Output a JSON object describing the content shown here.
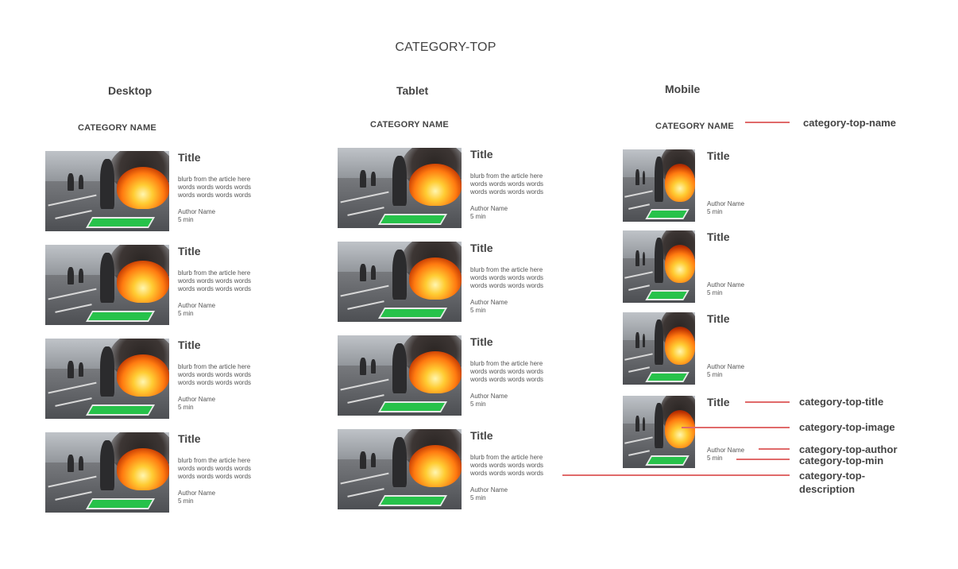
{
  "page_title": "CATEGORY-TOP",
  "columns": {
    "desktop": {
      "heading": "Desktop",
      "category_name": "CATEGORY NAME",
      "cards": [
        {
          "title": "Title",
          "blurb": [
            "blurb from the article here",
            "words words words words",
            "words words words words"
          ],
          "author": "Author Name",
          "min": "5 min"
        },
        {
          "title": "Title",
          "blurb": [
            "blurb from the article here",
            "words words words words",
            "words words words words"
          ],
          "author": "Author Name",
          "min": "5 min"
        },
        {
          "title": "Title",
          "blurb": [
            "blurb from the article here",
            "words words words words",
            "words words words words"
          ],
          "author": "Author Name",
          "min": "5 min"
        },
        {
          "title": "Title",
          "blurb": [
            "blurb from the article here",
            "words words words words",
            "words words words words"
          ],
          "author": "Author Name",
          "min": "5 min"
        }
      ]
    },
    "tablet": {
      "heading": "Tablet",
      "category_name": "CATEGORY NAME",
      "cards": [
        {
          "title": "Title",
          "blurb": [
            "blurb from the article here",
            "words words words words",
            "words words words words"
          ],
          "author": "Author Name",
          "min": "5 min"
        },
        {
          "title": "Title",
          "blurb": [
            "blurb from the article here",
            "words words words words",
            "words words words words"
          ],
          "author": "Author Name",
          "min": "5 min"
        },
        {
          "title": "Title",
          "blurb": [
            "blurb from the article here",
            "words words words words",
            "words words words words"
          ],
          "author": "Author Name",
          "min": "5 min"
        },
        {
          "title": "Title",
          "blurb": [
            "blurb from the article here",
            "words words words words",
            "words words words words"
          ],
          "author": "Author Name",
          "min": "5 min"
        }
      ]
    },
    "mobile": {
      "heading": "Mobile",
      "category_name": "CATEGORY NAME",
      "cards": [
        {
          "title": "Title",
          "author": "Author Name",
          "min": "5 min"
        },
        {
          "title": "Title",
          "author": "Author Name",
          "min": "5 min"
        },
        {
          "title": "Title",
          "author": "Author Name",
          "min": "5 min"
        },
        {
          "title": "Title",
          "author": "Author Name",
          "min": "5 min"
        }
      ]
    }
  },
  "annotations": {
    "name": "category-top-name",
    "title": "category-top-title",
    "image": "category-top-image",
    "author": "category-top-author",
    "min": "category-top-min",
    "description_line1": "category-top-",
    "description_line2": "description"
  },
  "colors": {
    "leader_line": "#e06a6a",
    "sign_green": "#27c24a"
  },
  "icons": {
    "article_image": "street-fire-photo"
  }
}
